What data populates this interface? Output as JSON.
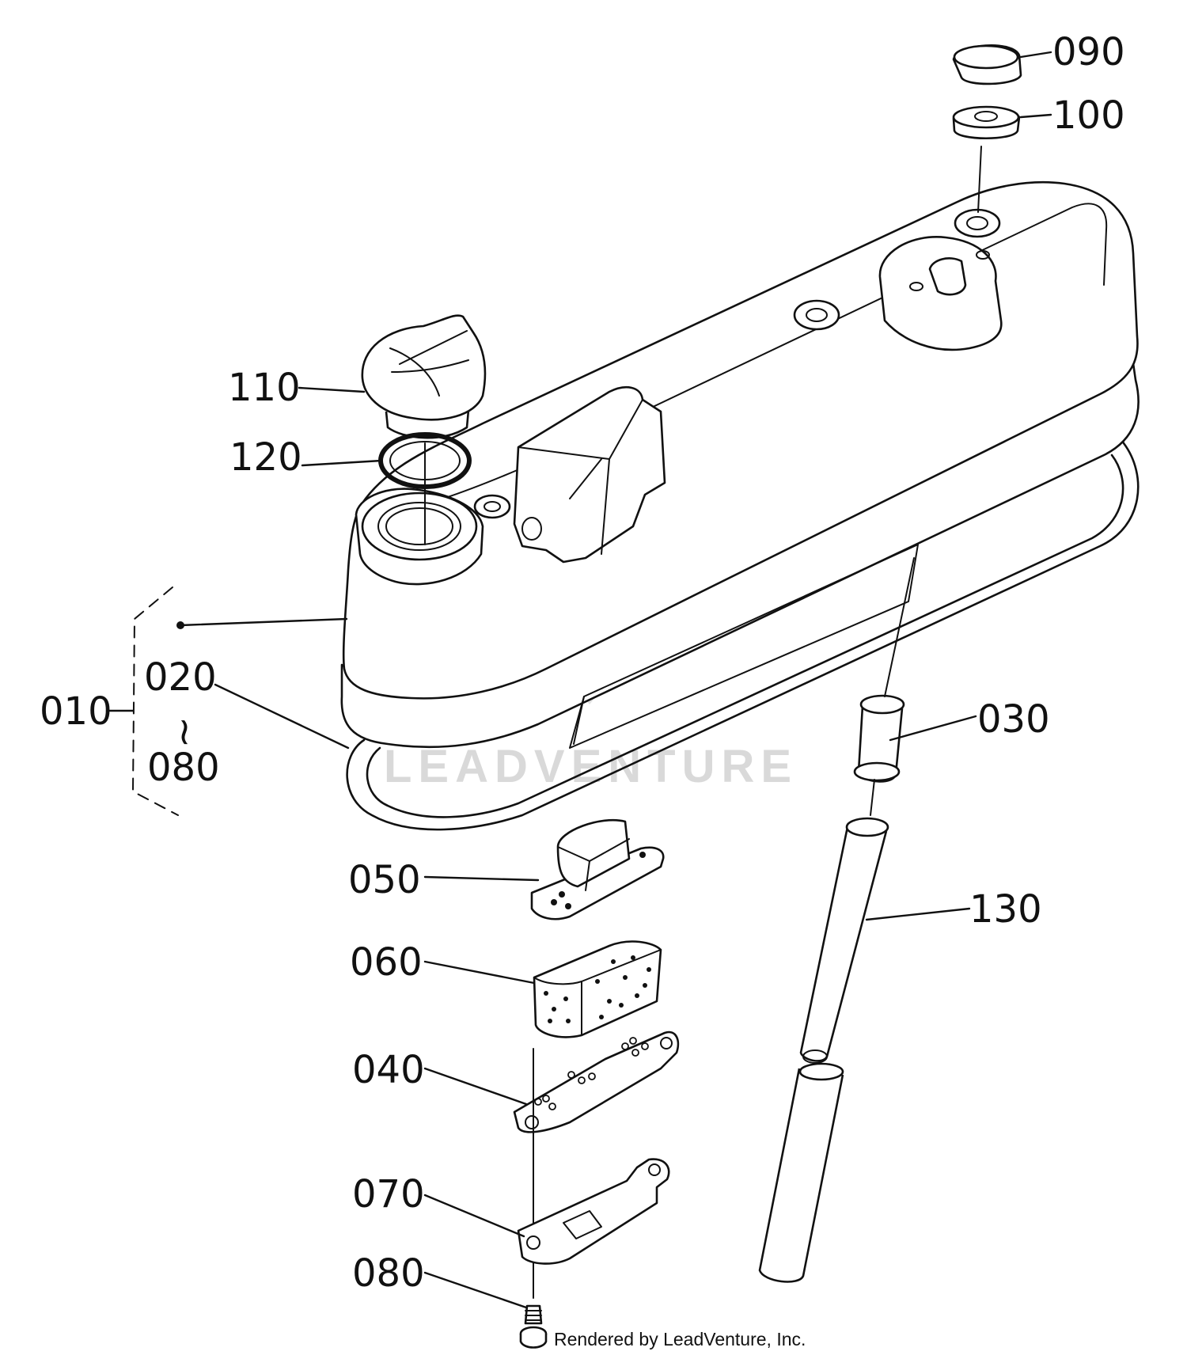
{
  "diagram": {
    "callouts": {
      "p010": "010",
      "p020": "020",
      "range_mark": "~",
      "p080_range": "080",
      "p030": "030",
      "p040": "040",
      "p050": "050",
      "p060": "060",
      "p070": "070",
      "p080": "080",
      "p090": "090",
      "p100": "100",
      "p110": "110",
      "p120": "120",
      "p130": "130"
    },
    "watermark": "LEADVENTURE",
    "footer": "Rendered by LeadVenture, Inc."
  }
}
